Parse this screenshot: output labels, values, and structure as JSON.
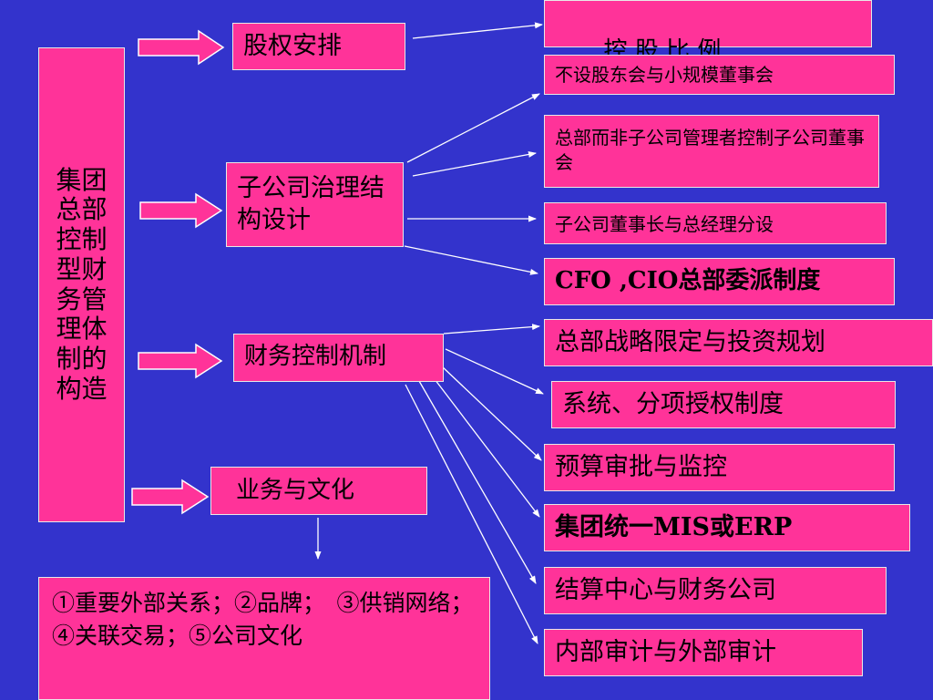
{
  "left_title": "集团总部控制型财务管理体制的构造",
  "categories": {
    "equity": "股权安排",
    "governance": "子公司治理结构设计",
    "finance": "财务控制机制",
    "business": "业务与文化"
  },
  "equity_item": "控 股 比 例",
  "governance_items": [
    "不设股东会与小规模董事会",
    "总部而非子公司管理者控制子公司董事会",
    "子公司董事长与总经理分设",
    "CFO ,CIO总部委派制度"
  ],
  "finance_items": [
    "总部战略限定与投资规划",
    "系统、分项授权制度",
    "预算审批与监控",
    "集团统一MIS或ERP",
    "结算中心与财务公司",
    "内部审计与外部审计"
  ],
  "business_detail": "①重要外部关系；②品牌；　③供销网络；　④关联交易；⑤公司文化",
  "colors": {
    "background": "#3333CC",
    "box_fill": "#FF3399",
    "connector": "#FFFFFF"
  }
}
